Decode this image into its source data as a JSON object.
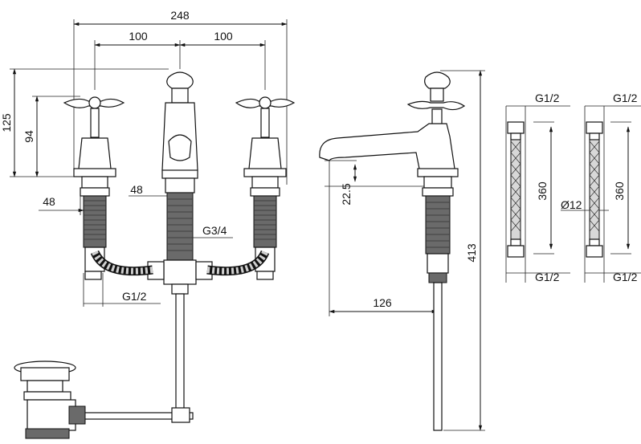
{
  "dimensions": {
    "overall_width": "248",
    "spacing_left": "100",
    "spacing_right": "100",
    "handle_height": "125",
    "body_height": "94",
    "side_shank": "48",
    "spout_shank": "48",
    "inlet_thread": "G3/4",
    "outlet_thread": "G1/2",
    "spout_clearance": "22.5",
    "spout_reach": "126",
    "total_height": "413",
    "hose1_top": "G1/2",
    "hose1_length": "360",
    "hose1_bottom": "G1/2",
    "hose2_top": "G1/2",
    "hose2_diameter": "Ø12",
    "hose2_length": "360",
    "hose2_bottom": "G1/2"
  },
  "colors": {
    "line": "#111111",
    "hatch": "#6a6a6a",
    "background": "#ffffff"
  }
}
